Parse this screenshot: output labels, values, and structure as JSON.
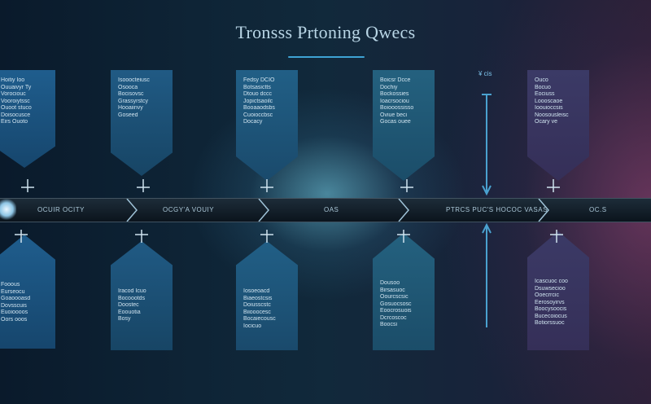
{
  "title": "Tronsss Prtoning Qwecs",
  "colors": {
    "accent": "#3ea3d4",
    "bar": "#101a24",
    "card_blue": "#1e5d8c",
    "card_purple": "#3a3866"
  },
  "timeline": {
    "segments": [
      "OCUIR OCITY",
      "OCGY'A VOUIY",
      "OAS",
      "PTRCS PUC'S HOCOC VASAS",
      "OC.S"
    ]
  },
  "top_cards": [
    {
      "lines": [
        "Hoitiy Ioo",
        "Ouuaivyr Ty",
        "Vorociouc",
        "Vooroiytssc",
        "Ouoot stuco",
        "Doisocusce",
        "Eirs Ouoto"
      ]
    },
    {
      "lines": [
        "Isooocteiusc",
        "Osooca",
        "Bocisovsc",
        "Grassyrstcy",
        "Hooaiinvy",
        "Goseed"
      ]
    },
    {
      "lines": [
        "Fedsy DCIO",
        "Botsasictts",
        "Dtouo dccc",
        "Jopictsaoilc",
        "Booaaodsbs",
        "Cuoioccbsc",
        "Docacy"
      ]
    },
    {
      "lines": [
        "Boicsr Dcce",
        "Dochiy",
        "Bockossies",
        "Ioacrsociou",
        "Boiooossisso",
        "Oviue beci",
        "Gocas ouee"
      ]
    },
    {
      "lines": [
        "Ouco",
        "Bocuo",
        "Eociuss",
        "Loooscaoe",
        "Ioouioccsis",
        "Noosousleisc",
        "Ocary ve"
      ]
    }
  ],
  "bottom_cards": [
    {
      "lines": [
        "Fooous",
        "Eurseocu",
        "Goaoooasd",
        "Dovsscuis",
        "Euoioooos",
        "Oors ooos"
      ]
    },
    {
      "lines": [
        "Iracod Icuo",
        "Bocoootds",
        "Doostec",
        "Eoouotia",
        "Bosy"
      ]
    },
    {
      "lines": [
        "Iosoeoacd",
        "Biaeostcsis",
        "Doiusscstc",
        "Biiooocesc",
        "Bocaiecousc",
        "Iocicuo"
      ]
    },
    {
      "lines": [
        "Dousoo",
        "Birsasuoc",
        "Oourcscsic",
        "Gosuocsosc",
        "Eoocrosuois",
        "Dcrcoscoc",
        "Boocsi"
      ]
    },
    {
      "lines": [
        "Icascuoc coo",
        "Dsuwsecioo",
        "Ooecrrcic",
        "Eerosoyirvs",
        "Boocysoocis",
        "Bucecoiocus",
        "Botiorssuoc"
      ]
    }
  ],
  "arrow": {
    "label": "¥ cis"
  }
}
